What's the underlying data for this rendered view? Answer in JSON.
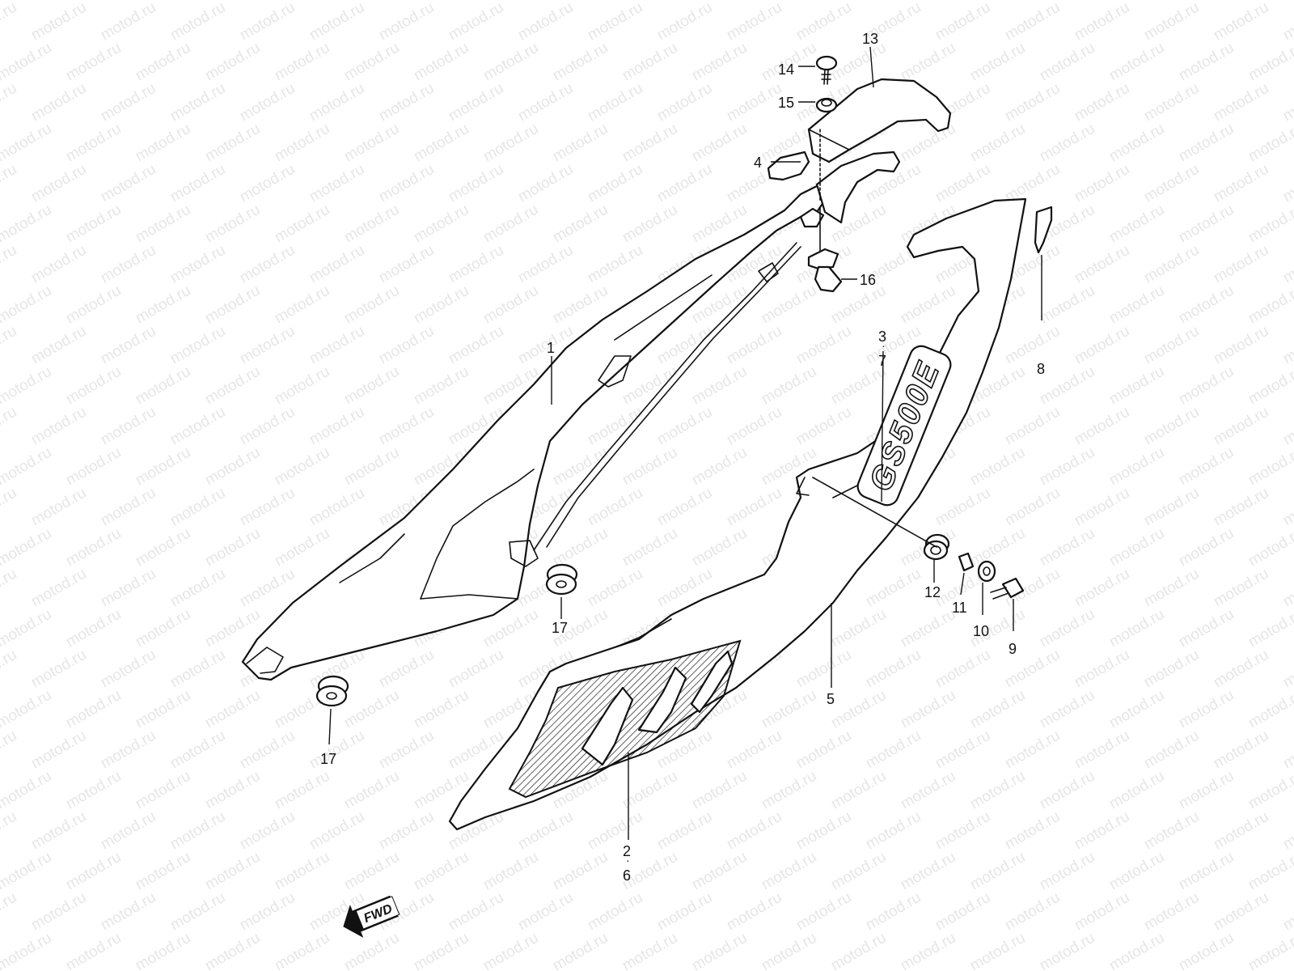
{
  "watermark": "motod.ru",
  "decal_text": "GS500E",
  "fwd_label": "FWD",
  "callouts": {
    "c1": "1",
    "c2_6": [
      "2",
      "6"
    ],
    "c3_7": [
      "3",
      "7"
    ],
    "c4": "4",
    "c5": "5",
    "c8": "8",
    "c9": "9",
    "c10": "10",
    "c11": "11",
    "c12": "12",
    "c13": "13",
    "c14": "14",
    "c15": "15",
    "c16": "16",
    "c17a": "17",
    "c17b": "17"
  },
  "colors": {
    "line": "#111111",
    "background": "#ffffff",
    "watermark": "#e6e6e6"
  }
}
